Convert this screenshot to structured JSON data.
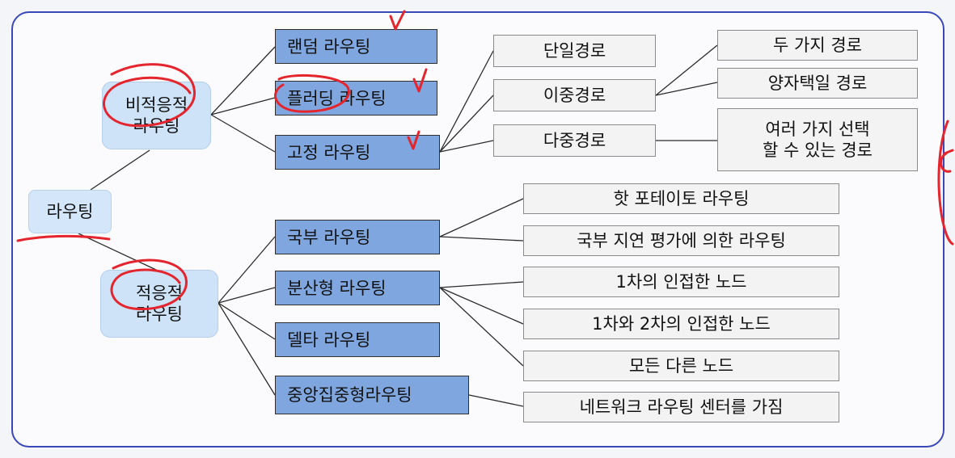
{
  "root": "라우팅",
  "categories": {
    "non_adaptive": "비적응적\n라우팅",
    "adaptive": "적응적\n라우팅"
  },
  "non_adaptive_methods": [
    "랜덤 라우팅",
    "플러딩 라우팅",
    "고정 라우팅"
  ],
  "fixed_routing_paths": [
    "단일경로",
    "이중경로",
    "다중경로"
  ],
  "dual_path_details": [
    "두 가지 경로",
    "양자택일 경로"
  ],
  "multi_path_detail": "여러 가지 선택\n할 수 있는 경로",
  "adaptive_methods": [
    "국부 라우팅",
    "분산형 라우팅",
    "델타 라우팅",
    "중앙집중형라우팅"
  ],
  "local_routing_details": [
    "핫 포테이토 라우팅",
    "국부 지연 평가에 의한 라우팅"
  ],
  "distributed_routing_details": [
    "1차의 인접한 노드",
    "1차와 2차의 인접한 노드",
    "모든 다른 노드"
  ],
  "central_routing_detail": "네트워크 라우팅 센터를 가짐",
  "colors": {
    "frame_border": "#3a47b8",
    "category_fill": "#cfe3f8",
    "method_fill": "#7fa6de",
    "leaf_fill": "#f3f3f4",
    "annotation_ink": "#e5252d"
  }
}
